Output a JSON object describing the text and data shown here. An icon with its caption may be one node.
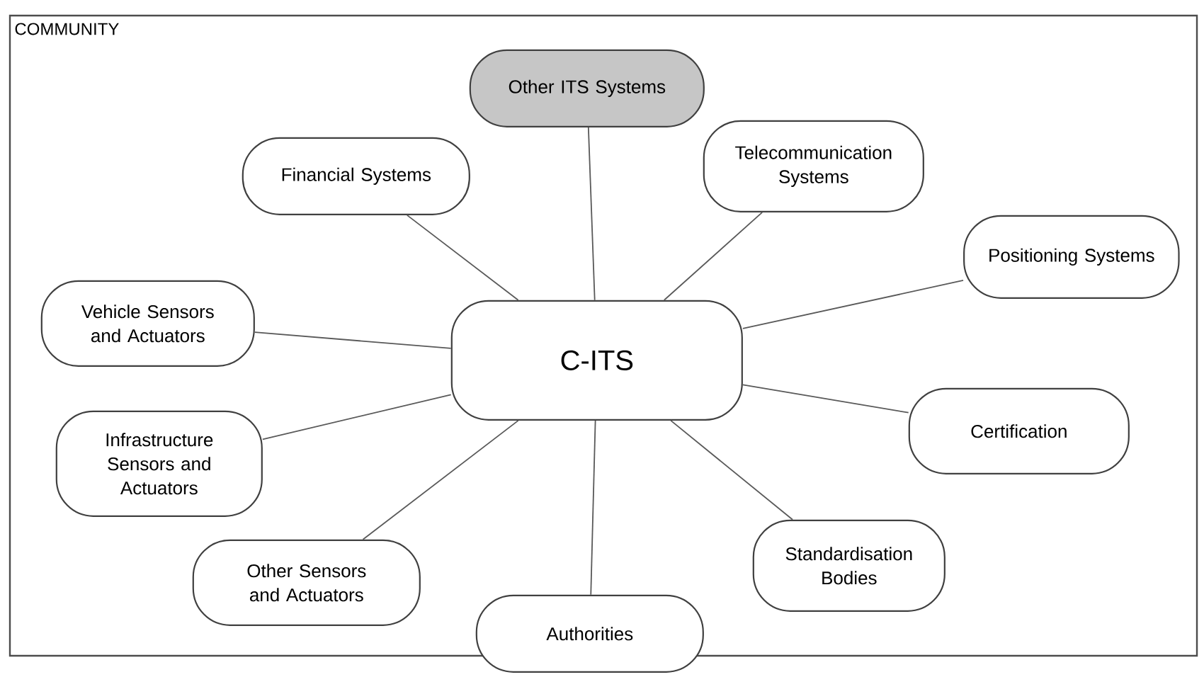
{
  "diagram": {
    "nodes": [
      {
        "text": [
          "COMMUNITY"
        ]
      },
      {
        "text": [
          "Other ITS Systems"
        ],
        "in": 0
      },
      {
        "text": [
          "Telecommunication Systems"
        ],
        "in": 0
      },
      {
        "text": [
          "Financial Systems"
        ],
        "in": 0
      },
      {
        "text": [
          "Positioning Systems"
        ],
        "in": 0
      },
      {
        "text": [
          "Vehicle Sensors and Actuators"
        ],
        "in": 0
      },
      {
        "text": [
          "C-ITS"
        ],
        "in": 0
      },
      {
        "text": [
          "Certification"
        ],
        "in": 0
      },
      {
        "text": [
          "Infrastructure Sensors and Actuators"
        ],
        "in": 0
      },
      {
        "text": [
          "Standardisation Bodies"
        ],
        "in": 0
      },
      {
        "text": [
          "Other Sensors and Actuators"
        ],
        "in": 0
      },
      {
        "text": [
          "Authorities"
        ],
        "in": 0
      }
    ],
    "edges": [
      {
        "from": 6,
        "to": 1,
        "arrow": "none"
      },
      {
        "from": 6,
        "to": 2,
        "arrow": "none"
      },
      {
        "from": 6,
        "to": 3,
        "arrow": "none"
      },
      {
        "from": 6,
        "to": 4,
        "arrow": "none"
      },
      {
        "from": 6,
        "to": 5,
        "arrow": "none"
      },
      {
        "from": 6,
        "to": 7,
        "arrow": "none"
      },
      {
        "from": 6,
        "to": 8,
        "arrow": "none"
      },
      {
        "from": 6,
        "to": 9,
        "arrow": "none"
      },
      {
        "from": 6,
        "to": 10,
        "arrow": "none"
      },
      {
        "from": 6,
        "to": 11,
        "arrow": "none"
      }
    ]
  }
}
